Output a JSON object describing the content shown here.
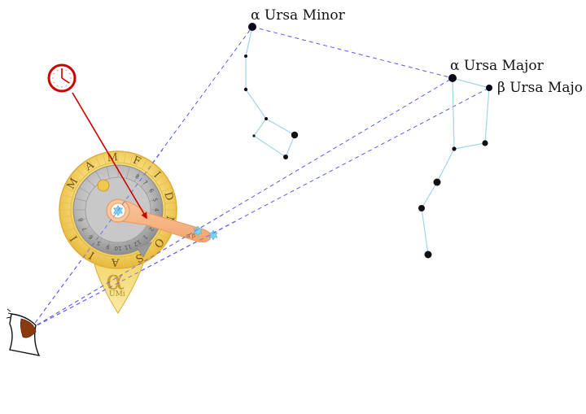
{
  "title": "Nocturnal star clock sighting diagram",
  "labels": {
    "ursa_minor_alpha": "α Ursa Minor",
    "ursa_major_alpha": "α Ursa Major",
    "ursa_major_beta": "β Ursa Majo"
  },
  "nocturnal": {
    "outer_ring_letters": [
      "M",
      "A",
      "M",
      "F",
      "I",
      "D",
      "N",
      "O",
      "S",
      "A",
      "I",
      "I"
    ],
    "hour_numbers_right": [
      "8",
      "7",
      "6",
      "5",
      "4"
    ],
    "hour_numbers_bottom": [
      "3",
      "2",
      "1",
      "12",
      "11",
      "10",
      "9"
    ],
    "hour_numbers_left": [
      "5",
      "6",
      "7",
      "8"
    ],
    "hand_text": "α β",
    "pendant_symbol": "α",
    "pendant_text": "UMi"
  },
  "icons": {
    "clock": "clock-icon",
    "eye": "eye-icon",
    "star": "star-icon"
  },
  "colors": {
    "sight_line": "#5555ee",
    "constellation_line": "#9fd6e6",
    "arrow": "#cc0000",
    "gold": "#f2cf5b",
    "silver": "#a9a9a9",
    "hand": "#f6b98a",
    "star_glyph": "#7fd0ee"
  }
}
